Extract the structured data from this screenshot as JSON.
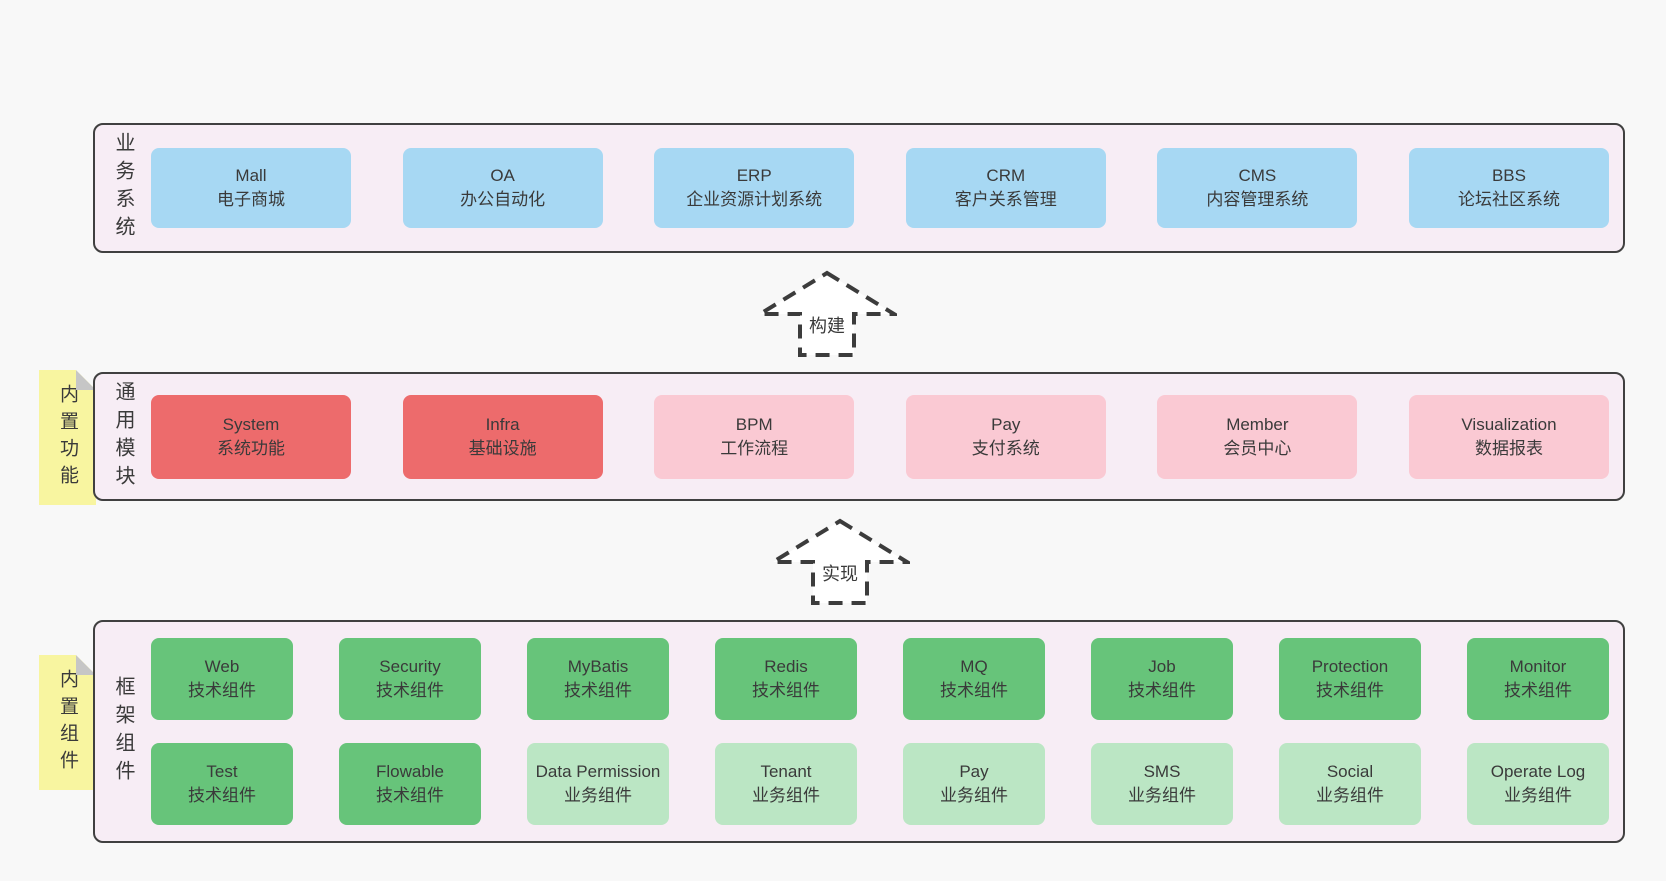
{
  "colors": {
    "page_bg": "#f8f8f8",
    "section_bg": "#f7edf5",
    "frame_border": "#404040",
    "text": "#3a3a3a",
    "blue": "#a7d8f3",
    "red": "#ed6b6c",
    "pink": "#fac9d3",
    "green": "#67c47a",
    "light_green": "#bbe6c4",
    "yellow": "#f8f5a0",
    "fold_gray": "#c6c6c6"
  },
  "arrows": {
    "build": "构建",
    "implement": "实现"
  },
  "sections": {
    "business": {
      "label": "业务系统",
      "boxes": [
        {
          "name": "Mall",
          "desc": "电子商城",
          "variant": "blue"
        },
        {
          "name": "OA",
          "desc": "办公自动化",
          "variant": "blue"
        },
        {
          "name": "ERP",
          "desc": "企业资源计划系统",
          "variant": "blue"
        },
        {
          "name": "CRM",
          "desc": "客户关系管理",
          "variant": "blue"
        },
        {
          "name": "CMS",
          "desc": "内容管理系统",
          "variant": "blue"
        },
        {
          "name": "BBS",
          "desc": "论坛社区系统",
          "variant": "blue"
        }
      ]
    },
    "modules": {
      "label": "通用模块",
      "tag": "内置功能",
      "boxes": [
        {
          "name": "System",
          "desc": "系统功能",
          "variant": "red"
        },
        {
          "name": "Infra",
          "desc": "基础设施",
          "variant": "red"
        },
        {
          "name": "BPM",
          "desc": "工作流程",
          "variant": "pink"
        },
        {
          "name": "Pay",
          "desc": "支付系统",
          "variant": "pink"
        },
        {
          "name": "Member",
          "desc": "会员中心",
          "variant": "pink"
        },
        {
          "name": "Visualization",
          "desc": "数据报表",
          "variant": "pink"
        }
      ]
    },
    "framework": {
      "label": "框架组件",
      "tag": "内置组件",
      "rows": [
        [
          {
            "name": "Web",
            "desc": "技术组件",
            "variant": "green"
          },
          {
            "name": "Security",
            "desc": "技术组件",
            "variant": "green"
          },
          {
            "name": "MyBatis",
            "desc": "技术组件",
            "variant": "green"
          },
          {
            "name": "Redis",
            "desc": "技术组件",
            "variant": "green"
          },
          {
            "name": "MQ",
            "desc": "技术组件",
            "variant": "green"
          },
          {
            "name": "Job",
            "desc": "技术组件",
            "variant": "green"
          },
          {
            "name": "Protection",
            "desc": "技术组件",
            "variant": "green"
          },
          {
            "name": "Monitor",
            "desc": "技术组件",
            "variant": "green"
          }
        ],
        [
          {
            "name": "Test",
            "desc": "技术组件",
            "variant": "green"
          },
          {
            "name": "Flowable",
            "desc": "技术组件",
            "variant": "green"
          },
          {
            "name": "Data Permission",
            "desc": "业务组件",
            "variant": "lgreen"
          },
          {
            "name": "Tenant",
            "desc": "业务组件",
            "variant": "lgreen"
          },
          {
            "name": "Pay",
            "desc": "业务组件",
            "variant": "lgreen"
          },
          {
            "name": "SMS",
            "desc": "业务组件",
            "variant": "lgreen"
          },
          {
            "name": "Social",
            "desc": "业务组件",
            "variant": "lgreen"
          },
          {
            "name": "Operate Log",
            "desc": "业务组件",
            "variant": "lgreen"
          }
        ]
      ]
    }
  }
}
